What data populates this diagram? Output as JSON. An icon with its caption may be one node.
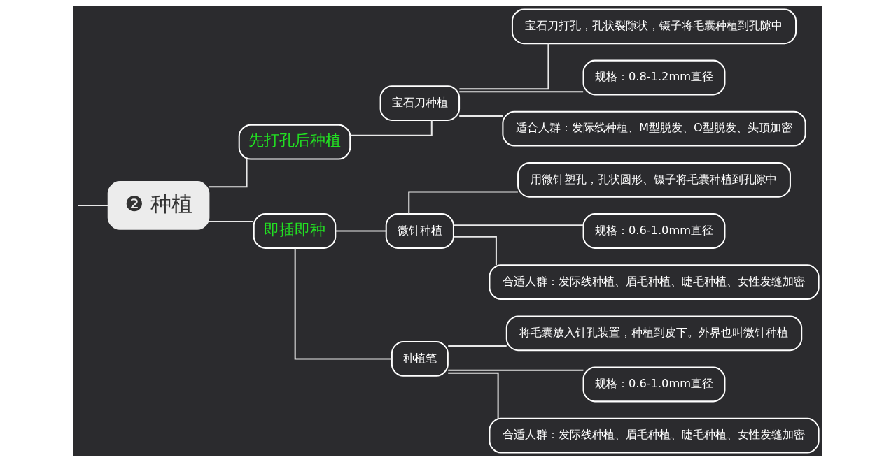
{
  "diagram": {
    "nodes": [
      {
        "text": [
          "❷ 种植"
        ]
      },
      {
        "text": [
          "先打孔后种植"
        ]
      },
      {
        "text": [
          "宝石刀种植"
        ]
      },
      {
        "text": [
          "宝石刀打孔，孔状裂隙状，镊子将毛囊种植到孔隙中"
        ]
      },
      {
        "text": [
          "规格：0.8-1.2mm直径"
        ]
      },
      {
        "text": [
          "适合人群：发际线种植、M型脱发、O型脱发、头顶加密"
        ]
      },
      {
        "text": [
          "即插即种"
        ]
      },
      {
        "text": [
          "微针种植"
        ]
      },
      {
        "text": [
          "用微针塑孔，孔状圆形、镊子将毛囊种植到孔隙中"
        ]
      },
      {
        "text": [
          "规格：0.6-1.0mm直径"
        ]
      },
      {
        "text": [
          "合适人群：发际线种植、眉毛种植、睫毛种植、女性发缝加密"
        ]
      },
      {
        "text": [
          "种植笔"
        ]
      },
      {
        "text": [
          "将毛囊放入针孔装置，种植到皮下。外界也叫微针种植"
        ]
      },
      {
        "text": [
          "规格：0.6-1.0mm直径"
        ]
      },
      {
        "text": [
          "合适人群：发际线种植、眉毛种植、睫毛种植、女性发缝加密"
        ]
      }
    ],
    "edges": [
      {
        "from": null,
        "to": 0,
        "arrow": "none"
      },
      {
        "from": 0,
        "to": 1,
        "arrow": "none"
      },
      {
        "from": 1,
        "to": 2,
        "arrow": "none"
      },
      {
        "from": 2,
        "to": 3,
        "arrow": "none"
      },
      {
        "from": 2,
        "to": 4,
        "arrow": "none"
      },
      {
        "from": 2,
        "to": 5,
        "arrow": "none"
      },
      {
        "from": 0,
        "to": 6,
        "arrow": "none"
      },
      {
        "from": 6,
        "to": 7,
        "arrow": "none"
      },
      {
        "from": 7,
        "to": 8,
        "arrow": "none"
      },
      {
        "from": 7,
        "to": 9,
        "arrow": "none"
      },
      {
        "from": 7,
        "to": 10,
        "arrow": "none"
      },
      {
        "from": 6,
        "to": 11,
        "arrow": "none"
      },
      {
        "from": 11,
        "to": 12,
        "arrow": "none"
      },
      {
        "from": 11,
        "to": 13,
        "arrow": "none"
      },
      {
        "from": 11,
        "to": 14,
        "arrow": "none"
      }
    ]
  }
}
